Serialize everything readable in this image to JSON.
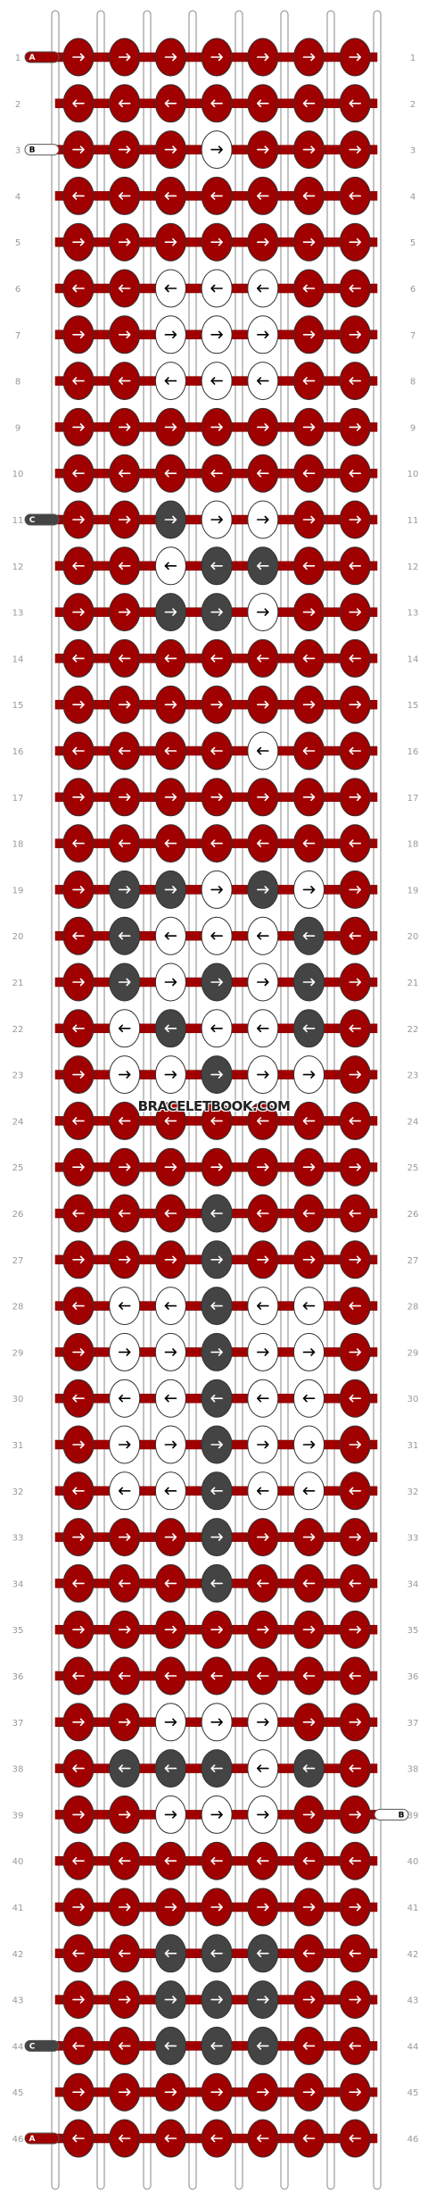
{
  "pattern": {
    "rows": 46,
    "columns": 7,
    "string_labels": {
      "left": [
        "A",
        "B",
        "C"
      ],
      "right": [
        "B"
      ]
    },
    "watermark": "BRACELETBOOK.COM",
    "colors": {
      "A": "#a00000",
      "B": "#ffffff",
      "C": "#444444"
    },
    "knot_rows": [
      "AAAAAAA",
      "AAAAAAA",
      "AAABAAA",
      "AAAAAAA",
      "AAAAAAA",
      "AABBBAA",
      "AABBBAA",
      "AABBBAA",
      "AAAAAAA",
      "AAAAAAA",
      "AACBBAA",
      "AABCCAA",
      "AACCBAA",
      "AAAAAAA",
      "AAAAAAA",
      "AAAABAA",
      "AAAAAAA",
      "AAAAAAA",
      "ACCBCBA",
      "ACBBBCA",
      "ACBCBCA",
      "ABCBBCA",
      "ABBCBBA",
      "AAAAAAA",
      "AAAAAAA",
      "AAACAAA",
      "AAACAAA",
      "ABBCBBA",
      "ABBCBBA",
      "ABBCBBA",
      "ABBCBBA",
      "ABBCBBA",
      "AAACAAA",
      "AAACAAA",
      "AAAAAAA",
      "AAAAAAA",
      "AABBBAA",
      "ACCCBCA",
      "AABBBAA",
      "AAAAAAA",
      "AAAAAAA",
      "AACCCAA",
      "AACCCAA",
      "AACCCAA",
      "AAAAAAA",
      "AAAAAAA"
    ],
    "knot_dirs": [
      "RRRRRRR",
      "LLLLLLL",
      "RRRRRRR",
      "LLLLLLL",
      "RRRRRRR",
      "LLLLLLL",
      "RRRRRRR",
      "LLLLLLL",
      "RRRRRRR",
      "LLLLLLL",
      "RRRRRRR",
      "LLLLLLL",
      "RRRRRRR",
      "LLLLLLL",
      "RRRRRRR",
      "LLLLLLL",
      "RRRRRRR",
      "LLLLLLL",
      "RRRRRRR",
      "LLLLLLL",
      "RRRRRRR",
      "LLLLLLL",
      "RRRRRRR",
      "LLLLLLL",
      "RRRRRRR",
      "LLLLLLL",
      "RRRRRRR",
      "LLLLLLL",
      "RRRRRRR",
      "LLLLLLL",
      "RRRRRRR",
      "LLLLLLL",
      "RRRRRRR",
      "LLLLLLL",
      "RRRRRRR",
      "LLLLLLL",
      "RRRRRRR",
      "LLLLLLL",
      "RRRRRRR",
      "LLLLLLL",
      "RRRRRRR",
      "LLLLLLL",
      "RRRRRRR",
      "LLLLLLL",
      "RRRRRRR",
      "LLLLLLL"
    ],
    "left_ends": {
      "1": "A",
      "3": "B",
      "11": "C",
      "44": "C",
      "46": "A"
    },
    "right_ends": {
      "39": "B"
    }
  }
}
